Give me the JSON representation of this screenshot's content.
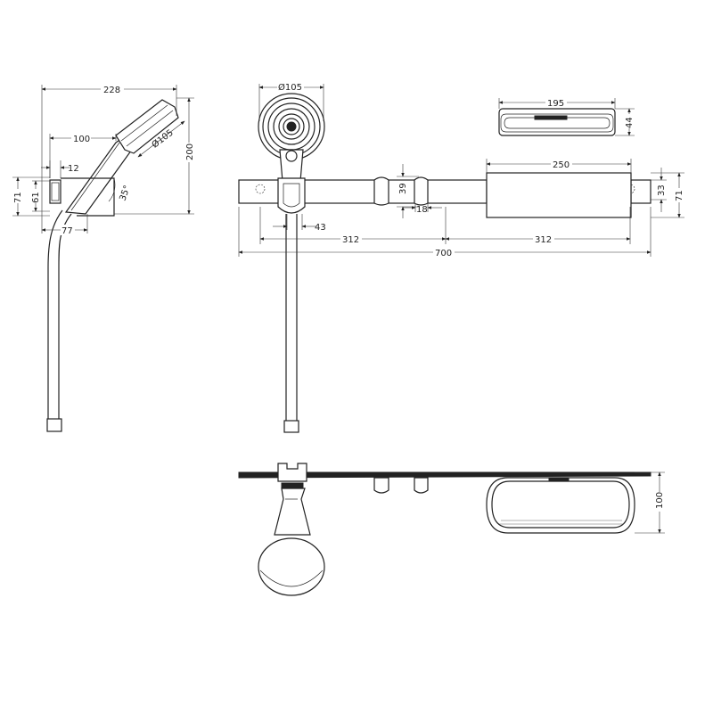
{
  "colors": {
    "ink": "#222222",
    "background": "#ffffff",
    "dimension": "#333333"
  },
  "dimensions": {
    "side_total_length": "228",
    "side_handle_length": "100",
    "side_head_diameter": "Ø105",
    "side_height": "200",
    "side_offset": "12",
    "side_rail_height": "71",
    "side_holder_height": "61",
    "side_angle": "35°",
    "side_base_depth": "77",
    "front_head_diameter": "Ø105",
    "front_knob_height": "39",
    "front_knob_gap": "18",
    "front_holder_width": "43",
    "front_half_left": "312",
    "front_half_right": "312",
    "front_total": "700",
    "shelf_width": "250",
    "shelf_height_right": "33",
    "rail_height_right": "71",
    "shelf_top_width": "195",
    "shelf_top_depth": "44",
    "top_view_depth": "100"
  }
}
